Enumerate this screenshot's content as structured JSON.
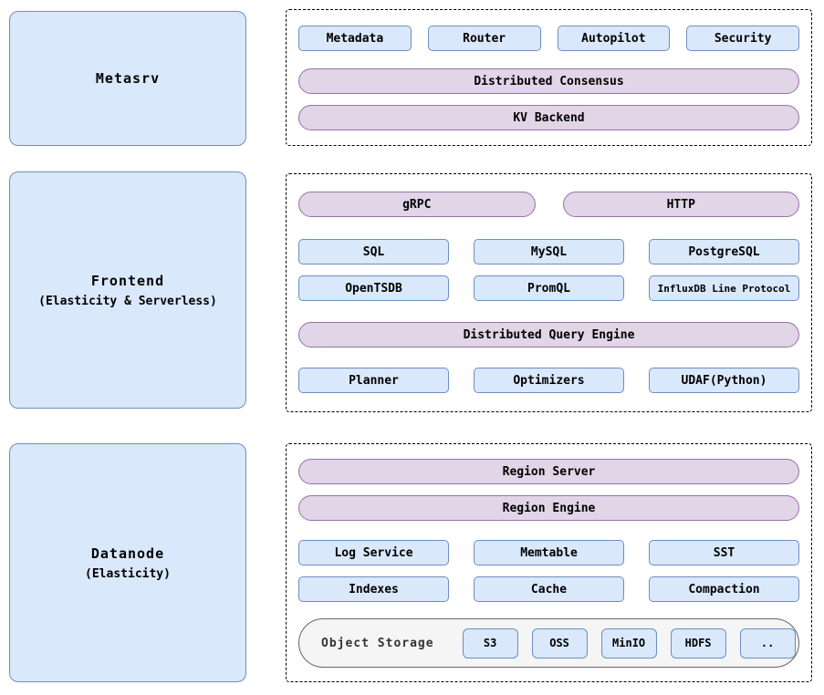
{
  "colors": {
    "component_fill": "#dae8fc",
    "component_border": "#6c8ebf",
    "layer_fill": "#e1d5e7",
    "layer_border": "#9673a6",
    "storage_container_fill": "#f5f5f5",
    "storage_container_border": "#666666",
    "background": "#ffffff"
  },
  "metasrv": {
    "panel_title": "Metasrv",
    "components": [
      "Metadata",
      "Router",
      "Autopilot",
      "Security"
    ],
    "layers": [
      "Distributed Consensus",
      "KV Backend"
    ]
  },
  "frontend": {
    "panel_title": "Frontend",
    "panel_subtitle": "(Elasticity & Serverless)",
    "protocol_layers": [
      "gRPC",
      "HTTP"
    ],
    "protocols": [
      "SQL",
      "MySQL",
      "PostgreSQL",
      "OpenTSDB",
      "PromQL",
      "InfluxDB Line Protocol"
    ],
    "engine_layer": "Distributed Query Engine",
    "engine_components": [
      "Planner",
      "Optimizers",
      "UDAF(Python)"
    ]
  },
  "datanode": {
    "panel_title": "Datanode",
    "panel_subtitle": "(Elasticity)",
    "layers": [
      "Region Server",
      "Region Engine"
    ],
    "components": [
      "Log Service",
      "Memtable",
      "SST",
      "Indexes",
      "Cache",
      "Compaction"
    ],
    "object_storage": {
      "label": "Object Storage",
      "backends": [
        "S3",
        "OSS",
        "MinIO",
        "HDFS",
        ".."
      ]
    }
  }
}
